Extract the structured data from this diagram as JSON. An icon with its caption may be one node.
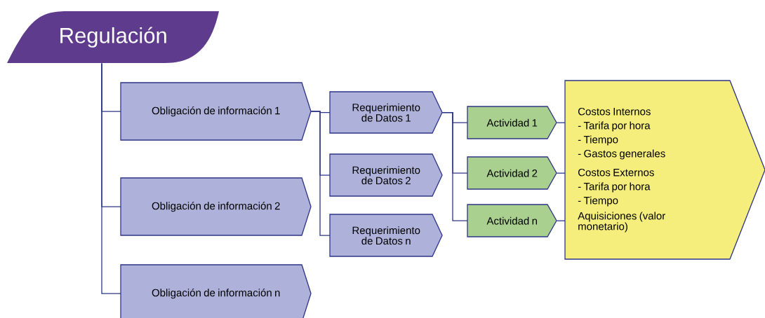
{
  "diagram": {
    "nodes": [
      {
        "text": [
          "Regulación"
        ]
      },
      {
        "text": [
          "Obligación de información 1"
        ]
      },
      {
        "text": [
          "Obligación de información 2"
        ]
      },
      {
        "text": [
          "Obligación de información n"
        ]
      },
      {
        "text": [
          "Requerimiento de Datos 1"
        ]
      },
      {
        "text": [
          "Requerimiento de Datos 2"
        ]
      },
      {
        "text": [
          "Requerimiento de Datos n"
        ]
      },
      {
        "text": [
          "Actividad 1"
        ]
      },
      {
        "text": [
          "Actividad 2"
        ]
      },
      {
        "text": [
          "Actividad n"
        ]
      },
      {
        "text": [
          "Costos Internos",
          "- Tarifa por hora",
          "- Tiempo",
          "- Gastos generales",
          "Costos Externos",
          "- Tarifa por hora",
          "- Tiempo",
          "Aquisiciones (valor monetario)"
        ]
      }
    ],
    "edges": [
      {
        "from": 0,
        "to": 1,
        "arrow": "none"
      },
      {
        "from": 0,
        "to": 2,
        "arrow": "none"
      },
      {
        "from": 0,
        "to": 3,
        "arrow": "none"
      },
      {
        "from": 1,
        "to": 4,
        "arrow": "none"
      },
      {
        "from": 1,
        "to": 5,
        "arrow": "none"
      },
      {
        "from": 1,
        "to": 6,
        "arrow": "none"
      },
      {
        "from": 4,
        "to": 7,
        "arrow": "none"
      },
      {
        "from": 4,
        "to": 8,
        "arrow": "none"
      },
      {
        "from": 4,
        "to": 9,
        "arrow": "none"
      },
      {
        "from": 7,
        "to": 10,
        "arrow": "none"
      },
      {
        "from": 8,
        "to": 10,
        "arrow": "none"
      },
      {
        "from": 9,
        "to": 10,
        "arrow": "none"
      }
    ]
  }
}
